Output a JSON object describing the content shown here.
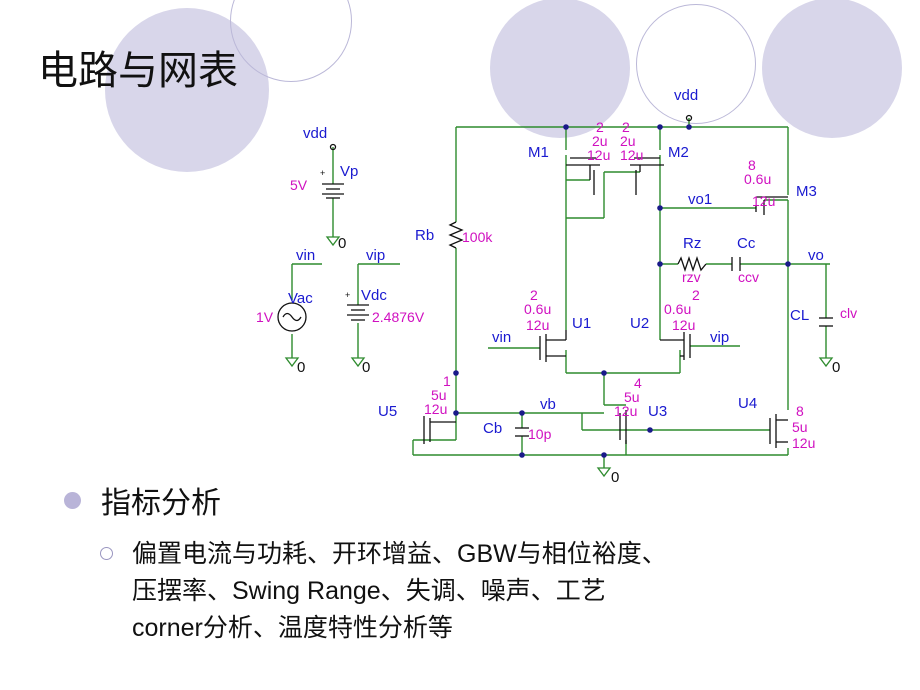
{
  "slide": {
    "title": "电路与网表",
    "bullet": "指标分析",
    "sub_lines": [
      "偏置电流与功耗、开环增益、GBW与相位裕度、",
      "压摆率、Swing Range、失调、噪声、工艺",
      "corner分析、温度特性分析等"
    ]
  },
  "colors": {
    "wire": "#2e8b2e",
    "label": "#1a1ad0",
    "param": "#d010c0",
    "deco_fill": "#d8d6ea",
    "deco_line": "#bbb8d8"
  },
  "schematic": {
    "supply": {
      "node": "vdd",
      "name": "Vp",
      "value": "5V",
      "ground": "0"
    },
    "vac": {
      "node": "vin",
      "name": "Vac",
      "value": "1V",
      "ground": "0"
    },
    "vdc": {
      "node": "vip",
      "name": "Vdc",
      "value": "2.4876V",
      "ground": "0"
    },
    "top_vdd": "vdd",
    "rb": {
      "name": "Rb",
      "value": "100k"
    },
    "m1": {
      "name": "M1",
      "m": "2",
      "w": "2u",
      "l": "12u"
    },
    "m2": {
      "name": "M2",
      "m": "2",
      "w": "2u",
      "l": "12u"
    },
    "m3": {
      "name": "M3",
      "m": "8",
      "w": "0.6u",
      "l": "12u"
    },
    "node_vo1": "vo1",
    "rz": {
      "name": "Rz",
      "value": "rzv"
    },
    "cc": {
      "name": "Cc",
      "value": "ccv"
    },
    "node_vo": "vo",
    "cl": {
      "name": "CL",
      "value": "clv",
      "ground": "0"
    },
    "u1": {
      "name": "U1",
      "m": "2",
      "w": "0.6u",
      "l": "12u",
      "gate": "vin"
    },
    "u2": {
      "name": "U2",
      "m": "2",
      "w": "0.6u",
      "l": "12u",
      "gate": "vip"
    },
    "u3": {
      "name": "U3",
      "m": "4",
      "w": "5u",
      "l": "12u"
    },
    "u4": {
      "name": "U4",
      "m": "8",
      "w": "5u",
      "l": "12u"
    },
    "u5": {
      "name": "U5",
      "m": "1",
      "w": "5u",
      "l": "12u"
    },
    "node_vb": "vb",
    "cb": {
      "name": "Cb",
      "value": "10p"
    },
    "gnd": "0"
  }
}
